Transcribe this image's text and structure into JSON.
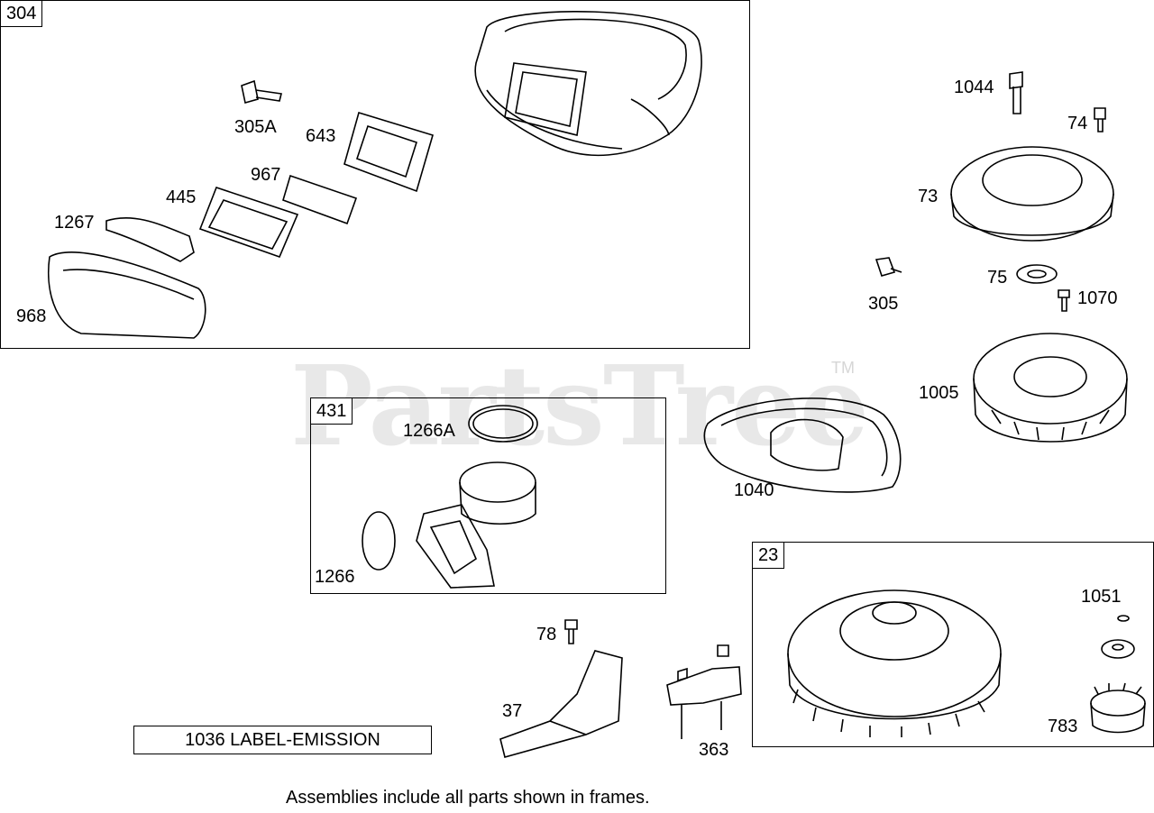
{
  "watermark": {
    "brand": "PartsTree",
    "tm": "TM"
  },
  "frames": {
    "f304": "304",
    "f431": "431",
    "f23": "23"
  },
  "callouts": {
    "c305A": "305A",
    "c643": "643",
    "c967": "967",
    "c445": "445",
    "c1267": "1267",
    "c968": "968",
    "c1044": "1044",
    "c74": "74",
    "c73": "73",
    "c305": "305",
    "c75": "75",
    "c1070": "1070",
    "c1005": "1005",
    "c1266A": "1266A",
    "c1266": "1266",
    "c1040": "1040",
    "c78": "78",
    "c37": "37",
    "c363": "363",
    "c1051": "1051",
    "c783": "783"
  },
  "emission_label": "1036 LABEL-EMISSION",
  "footnote": "Assemblies include all parts shown in frames."
}
